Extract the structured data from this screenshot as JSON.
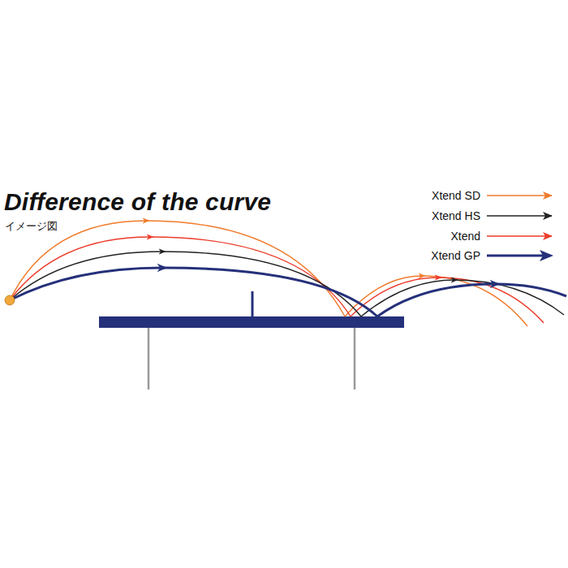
{
  "diagram": {
    "title": "Difference of the curve",
    "labels": [
      "イメージ図"
    ],
    "legend": [
      {
        "text": "Xtend SD"
      },
      {
        "text": "Xtend HS"
      },
      {
        "text": "Xtend"
      },
      {
        "text": "Xtend GP"
      }
    ]
  }
}
